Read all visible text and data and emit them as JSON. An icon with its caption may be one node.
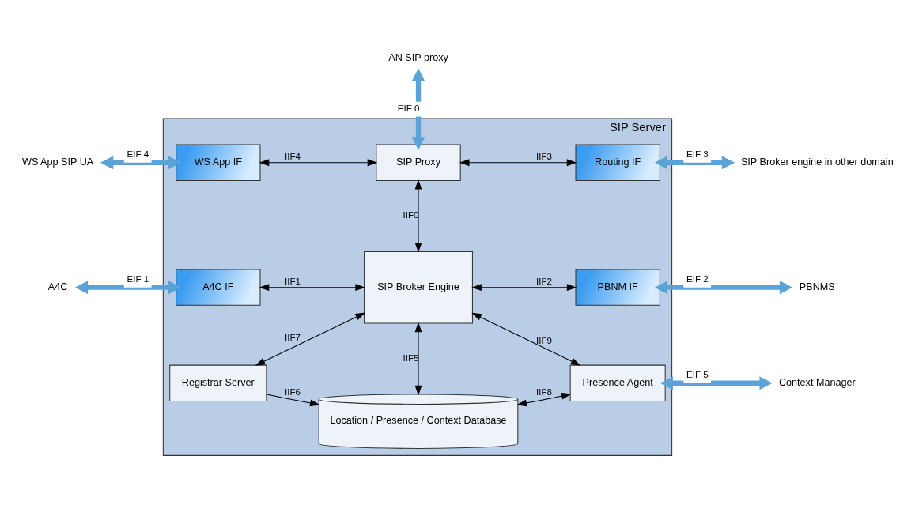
{
  "diagram": {
    "nodes": [
      {
        "text": [
          "SIP Server"
        ]
      },
      {
        "text": [
          "Registrar Server"
        ],
        "in": 0
      },
      {
        "text": [
          "Location / Presence / Context Database"
        ],
        "in": 0
      },
      {
        "text": [
          "Presence Agent"
        ],
        "in": 0
      },
      {
        "text": [
          "A4C IF"
        ],
        "in": 0
      },
      {
        "text": [
          "SIP Broker Engine"
        ],
        "in": 0
      },
      {
        "text": [
          "PBNM IF"
        ],
        "in": 0
      },
      {
        "text": [
          "WS App IF"
        ],
        "in": 0
      },
      {
        "text": [
          "SIP Proxy"
        ],
        "in": 0
      },
      {
        "text": [
          "Routing IF"
        ],
        "in": 0
      },
      {
        "text": [
          "Context Manager"
        ]
      },
      {
        "text": [
          "A4C"
        ]
      },
      {
        "text": [
          "PBNMS"
        ]
      },
      {
        "text": [
          "WS App SIP UA"
        ]
      },
      {
        "text": [
          "SIP Broker engine in other domain"
        ]
      },
      {
        "text": [
          "AN SIP proxy"
        ]
      }
    ],
    "edges": [
      {
        "from": 1,
        "to": 2,
        "arrow": "to",
        "label": "IIF6"
      },
      {
        "from": 2,
        "to": 3,
        "arrow": "both",
        "label": "IIF8"
      },
      {
        "from": 5,
        "to": 2,
        "arrow": "both",
        "label": "IIF5"
      },
      {
        "from": 5,
        "to": 1,
        "arrow": "both",
        "label": "IIF7"
      },
      {
        "from": 5,
        "to": 3,
        "arrow": "both",
        "label": "IIF9"
      },
      {
        "from": 4,
        "to": 5,
        "arrow": "both",
        "label": "IIF1"
      },
      {
        "from": 5,
        "to": 6,
        "arrow": "both",
        "label": "IIF2"
      },
      {
        "from": 5,
        "to": 8,
        "arrow": "both",
        "label": "IIF0"
      },
      {
        "from": 7,
        "to": 8,
        "arrow": "both",
        "label": "IIF4"
      },
      {
        "from": 8,
        "to": 9,
        "arrow": "both",
        "label": "IIF3"
      },
      {
        "from": 3,
        "to": 10,
        "arrow": "both",
        "label": "EIF 5",
        "style": "thick",
        "color": "#5ba3d6"
      },
      {
        "from": 11,
        "to": 4,
        "arrow": "both",
        "label": "EIF 1",
        "style": "thick",
        "color": "#5ba3d6"
      },
      {
        "from": 6,
        "to": 12,
        "arrow": "both",
        "label": "EIF 2",
        "style": "thick",
        "color": "#5ba3d6"
      },
      {
        "from": 13,
        "to": 7,
        "arrow": "both",
        "label": "EIF 4",
        "style": "thick",
        "color": "#5ba3d6"
      },
      {
        "from": 9,
        "to": 14,
        "arrow": "both",
        "label": "EIF 3",
        "style": "thick",
        "color": "#5ba3d6"
      },
      {
        "from": 8,
        "to": 15,
        "arrow": "both",
        "label": "EIF 0",
        "style": "thick",
        "color": "#5ba3d6"
      }
    ]
  }
}
